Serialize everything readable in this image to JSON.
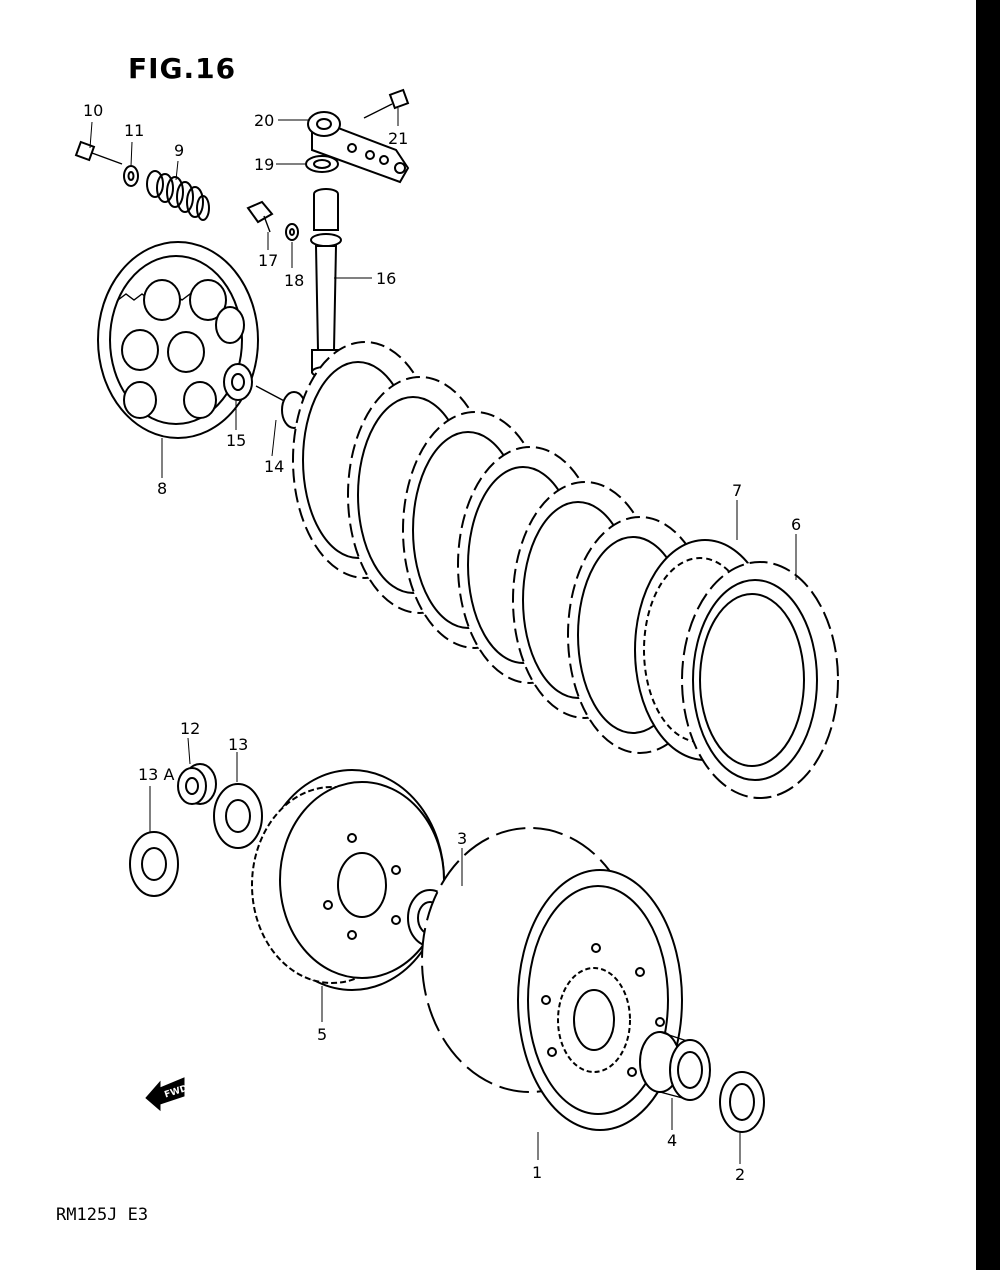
{
  "figure": {
    "title": "FIG.16",
    "model": "RM125J E3"
  },
  "fwd_arrow": {
    "label": "FWD",
    "icon": "fwd-arrow-icon"
  },
  "callouts": [
    {
      "id": "10",
      "label": "10"
    },
    {
      "id": "11",
      "label": "11"
    },
    {
      "id": "9",
      "label": "9"
    },
    {
      "id": "20",
      "label": "20"
    },
    {
      "id": "21",
      "label": "21"
    },
    {
      "id": "19",
      "label": "19"
    },
    {
      "id": "17",
      "label": "17"
    },
    {
      "id": "18",
      "label": "18"
    },
    {
      "id": "16",
      "label": "16"
    },
    {
      "id": "15",
      "label": "15"
    },
    {
      "id": "14",
      "label": "14"
    },
    {
      "id": "8",
      "label": "8"
    },
    {
      "id": "7",
      "label": "7"
    },
    {
      "id": "6",
      "label": "6"
    },
    {
      "id": "12",
      "label": "12"
    },
    {
      "id": "13",
      "label": "13"
    },
    {
      "id": "13A",
      "label": "13 A"
    },
    {
      "id": "3",
      "label": "3"
    },
    {
      "id": "5",
      "label": "5"
    },
    {
      "id": "4",
      "label": "4"
    },
    {
      "id": "1",
      "label": "1"
    },
    {
      "id": "2",
      "label": "2"
    }
  ]
}
